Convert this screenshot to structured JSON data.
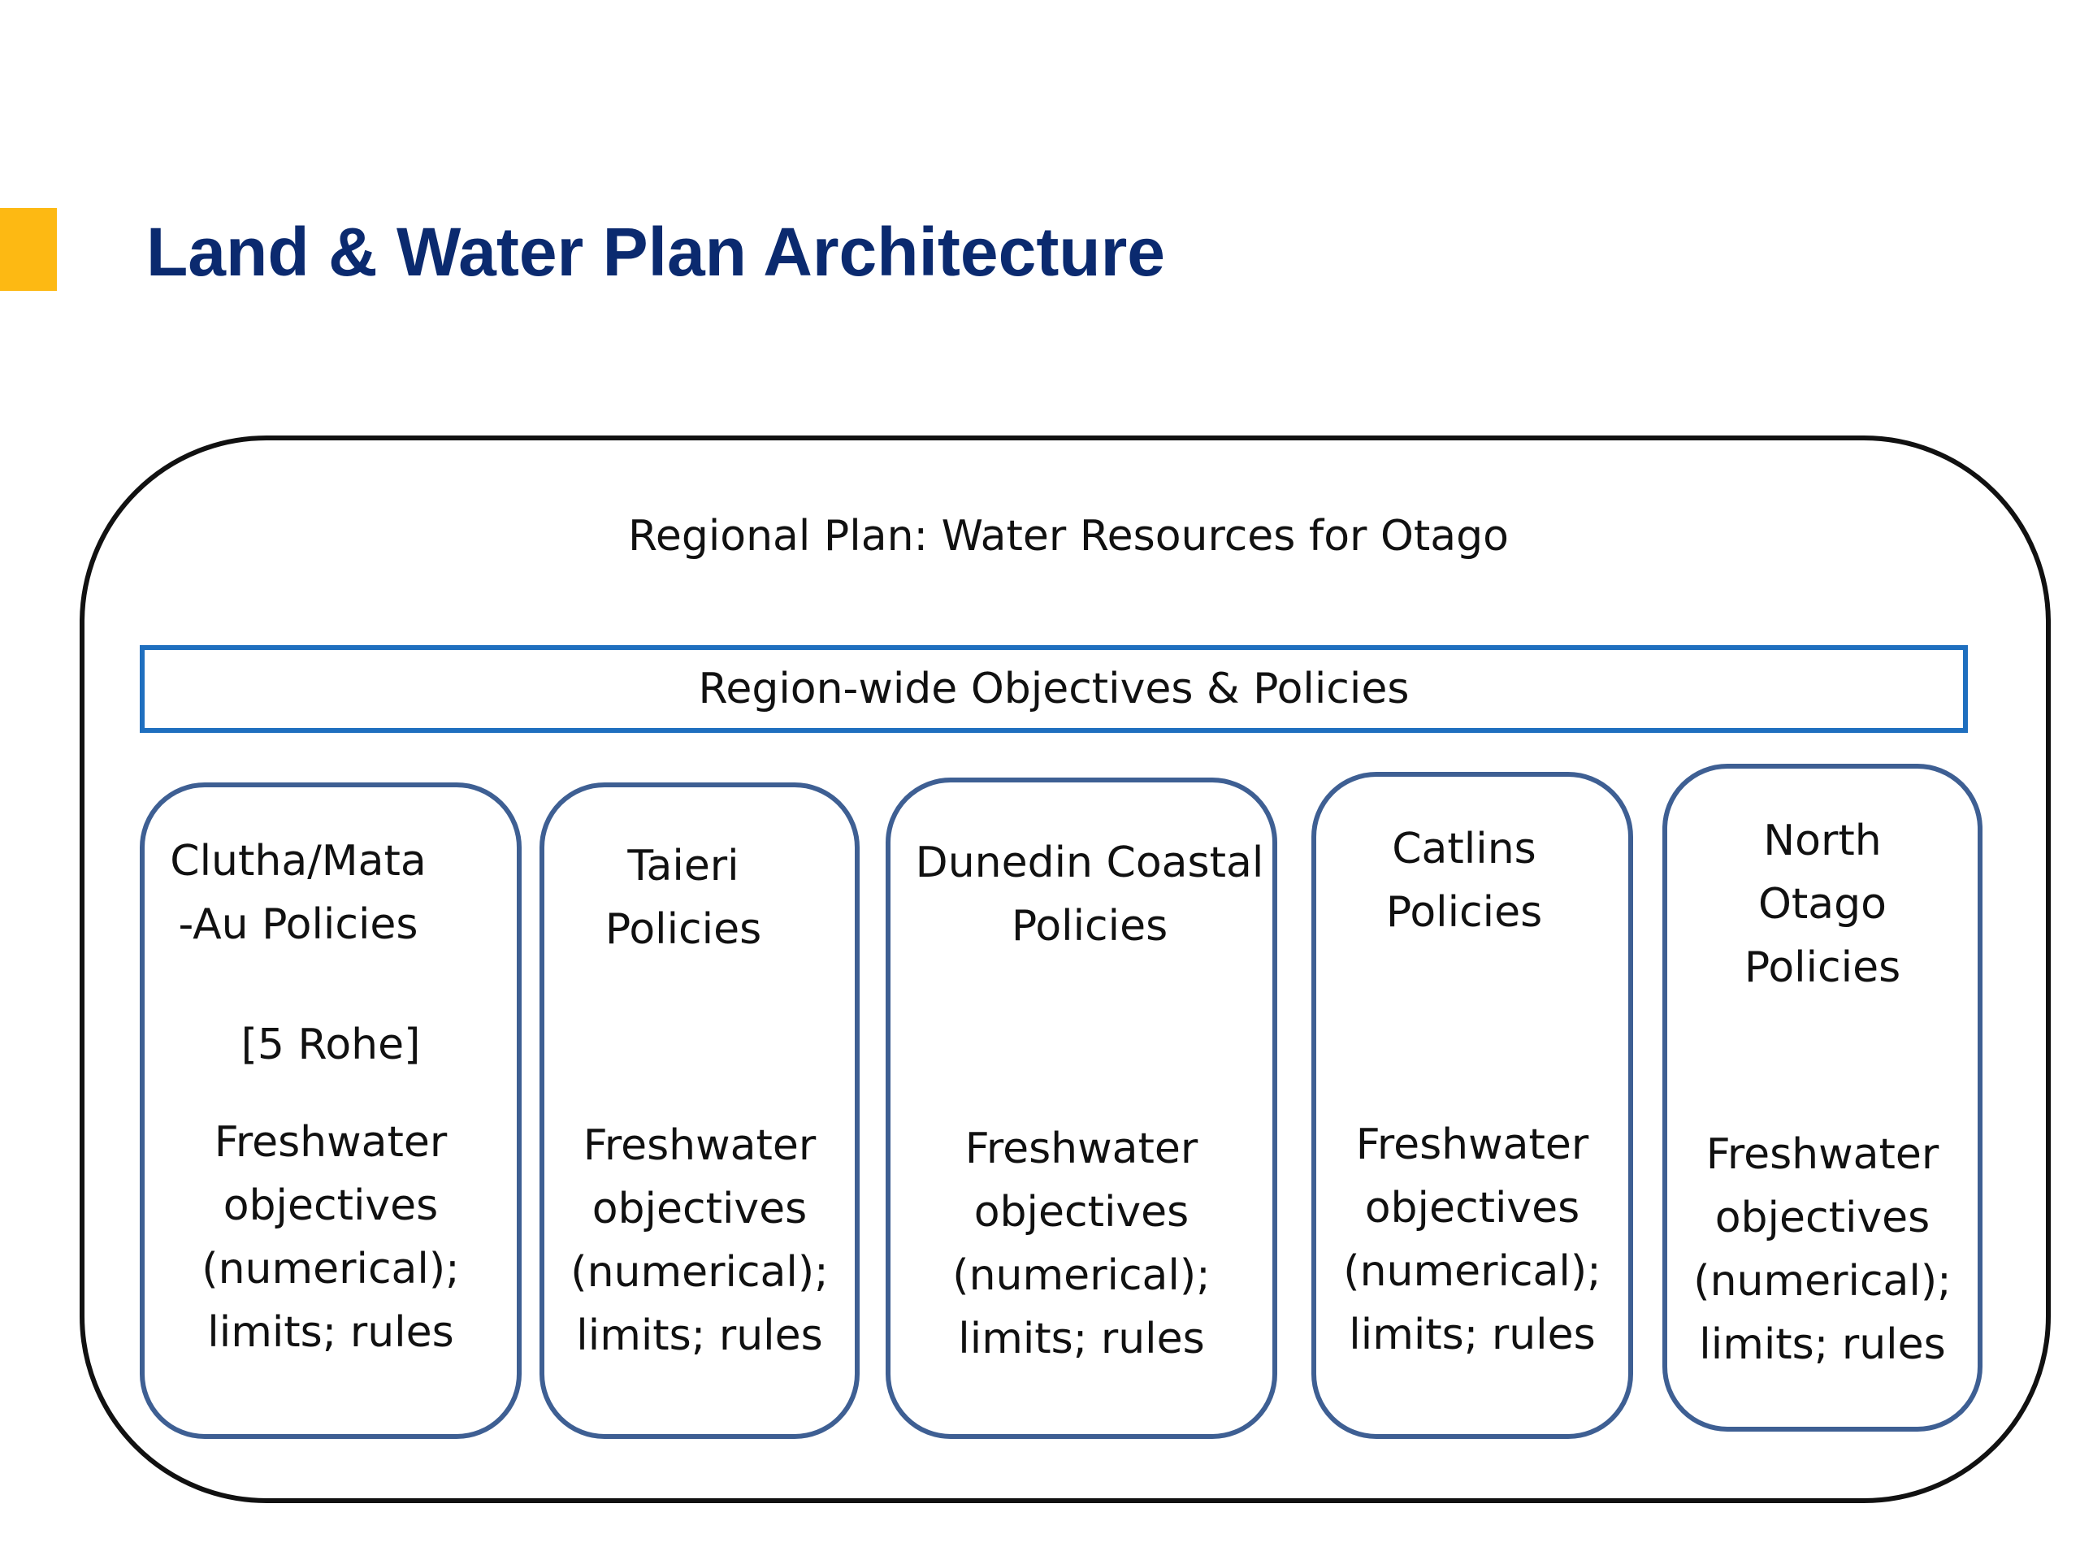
{
  "slide": {
    "title": "Land & Water Plan Architecture",
    "accent_color": "#FDB913",
    "title_color": "#0B2A6F"
  },
  "diagram": {
    "plan_label": "Regional Plan: Water Resources for Otago",
    "region_wide_label": "Region-wide Objectives & Policies",
    "areas": [
      {
        "title": "Clutha/Mata\n-Au Policies",
        "note": "[5 Rohe]",
        "detail": "Freshwater\nobjectives\n(numerical);\nlimits; rules"
      },
      {
        "title": "Taieri\nPolicies",
        "detail": "Freshwater\nobjectives\n(numerical);\nlimits; rules"
      },
      {
        "title": "Dunedin Coastal\nPolicies",
        "detail": "Freshwater\nobjectives\n(numerical);\nlimits; rules"
      },
      {
        "title": "Catlins\nPolicies",
        "detail": "Freshwater\nobjectives\n(numerical);\nlimits; rules"
      },
      {
        "title": "North\nOtago\nPolicies",
        "detail": "Freshwater\nobjectives\n(numerical);\nlimits; rules"
      }
    ]
  }
}
